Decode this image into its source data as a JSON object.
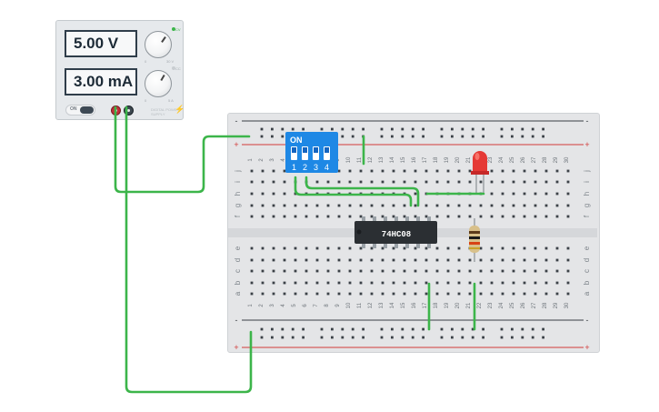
{
  "power_supply": {
    "voltage_display": "5.00 V",
    "current_display": "3.00 mA",
    "power_label": "ON",
    "knob_v_min": "0",
    "knob_v_max": "30 V",
    "knob_i_min": "0",
    "knob_i_max": "5 A",
    "cv_label": "CV",
    "cc_label": "CC",
    "brand": "DIGITAL POWER SUPPLY"
  },
  "breadboard": {
    "columns": 30,
    "row_labels_top": [
      "j",
      "i",
      "h",
      "g",
      "f"
    ],
    "row_labels_bottom": [
      "e",
      "d",
      "c",
      "b",
      "a"
    ],
    "rail_minus": "-",
    "rail_plus": "+",
    "rail_colors": {
      "minus": "#3a3f45",
      "plus": "#d23a3a"
    },
    "hole_color": "#3b4147"
  },
  "dip_switch": {
    "on_label": "ON",
    "switch_labels": [
      "1",
      "2",
      "3",
      "4"
    ],
    "body_color": "#1e88e5"
  },
  "ic_chip": {
    "label": "74HC08",
    "body_color": "#2b2f33"
  },
  "led": {
    "color": "#e53935"
  },
  "resistor": {
    "body_color": "#d8c08a"
  },
  "colors": {
    "wire": "#3cb54a",
    "power_wire": "#3cb54a"
  }
}
